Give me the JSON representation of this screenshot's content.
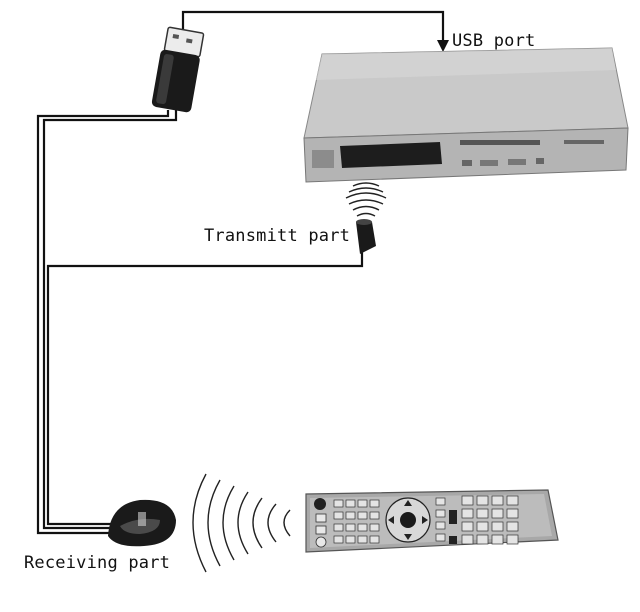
{
  "labels": {
    "usb_port": "USB port",
    "transmitt_part": "Transmitt part",
    "receiving_part": "Receiving part"
  },
  "colors": {
    "cable": "#111111",
    "device_body": "#b9b9b9",
    "device_dark": "#2b2b2b",
    "remote_body": "#a9a9a9"
  },
  "icons": {
    "usb_dongle": "usb-dongle-icon",
    "set_top_box": "set-top-box-icon",
    "ir_transmitter": "ir-emitter-icon",
    "ir_receiver": "ir-receiver-icon",
    "remote_control": "remote-control-icon"
  }
}
